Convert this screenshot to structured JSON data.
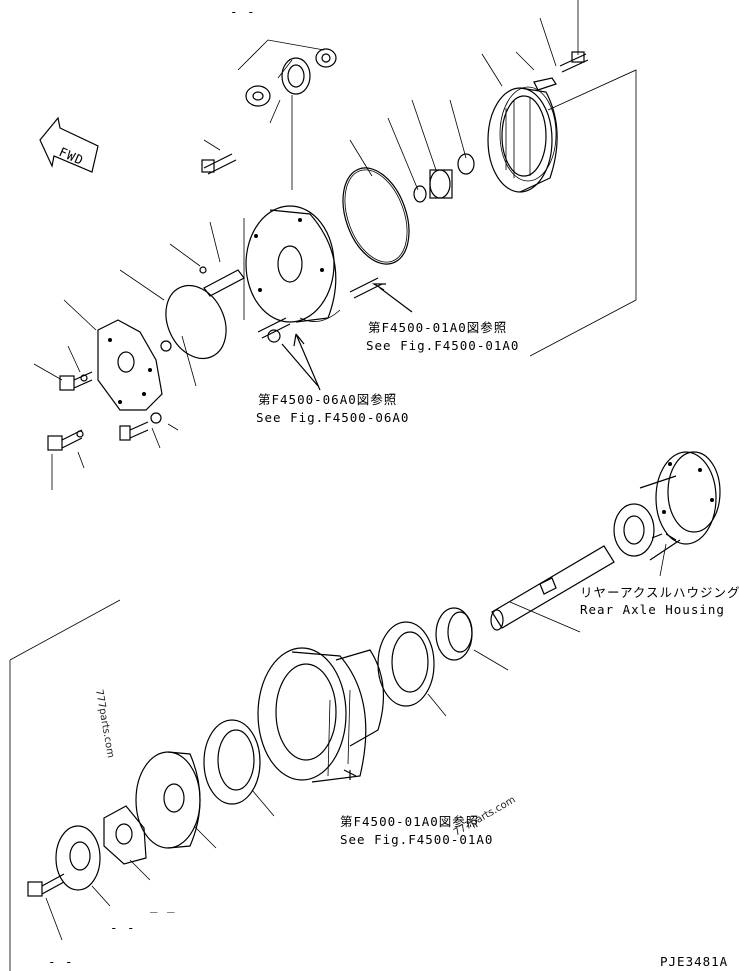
{
  "fwd_marker": "FWD",
  "refs": {
    "upper_right": {
      "jp": "第F4500-01A0図参照",
      "en": "See Fig.F4500-01A0"
    },
    "center": {
      "jp": "第F4500-06A0図参照",
      "en": "See Fig.F4500-06A0"
    },
    "bottom": {
      "jp": "第F4500-01A0図参照",
      "en": "See Fig.F4500-01A0"
    }
  },
  "housing_label": {
    "jp": "リヤーアクスルハウジング",
    "en": "Rear Axle Housing"
  },
  "watermarks": [
    "777parts.com",
    "777parts.com"
  ],
  "drawing_code": "PJE3481A"
}
